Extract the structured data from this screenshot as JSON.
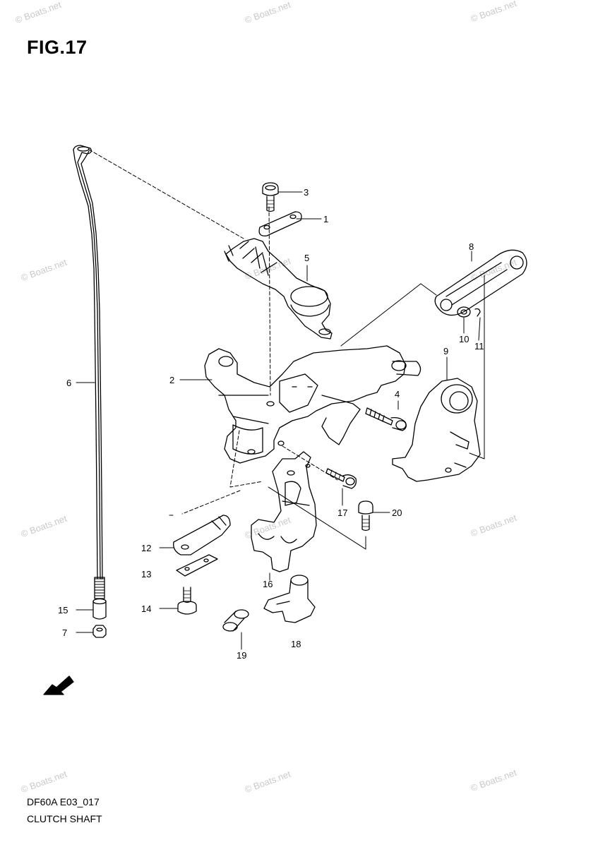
{
  "figure": {
    "title": "FIG.17"
  },
  "footer": {
    "code": "DF60A E03_017",
    "name": "CLUTCH SHAFT"
  },
  "watermark": {
    "text": "© Boats.net"
  },
  "callouts": [
    {
      "id": "c1",
      "label": "1"
    },
    {
      "id": "c2",
      "label": "2"
    },
    {
      "id": "c3",
      "label": "3"
    },
    {
      "id": "c4",
      "label": "4"
    },
    {
      "id": "c5",
      "label": "5"
    },
    {
      "id": "c6",
      "label": "6"
    },
    {
      "id": "c7",
      "label": "7"
    },
    {
      "id": "c8",
      "label": "8"
    },
    {
      "id": "c9",
      "label": "9"
    },
    {
      "id": "c10",
      "label": "10"
    },
    {
      "id": "c11",
      "label": "11"
    },
    {
      "id": "c12",
      "label": "12"
    },
    {
      "id": "c13",
      "label": "13"
    },
    {
      "id": "c14",
      "label": "14"
    },
    {
      "id": "c15",
      "label": "15"
    },
    {
      "id": "c16",
      "label": "16"
    },
    {
      "id": "c17",
      "label": "17"
    },
    {
      "id": "c18",
      "label": "18"
    },
    {
      "id": "c19",
      "label": "19"
    },
    {
      "id": "c20",
      "label": "20"
    }
  ],
  "front_arrow_icon": "front-arrow-icon"
}
